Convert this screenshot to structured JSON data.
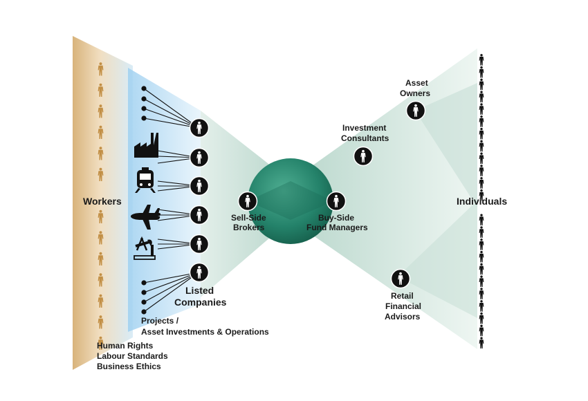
{
  "labels": {
    "workers": "Workers",
    "individuals": "Individuals",
    "listed_1": "Listed",
    "listed_2": "Companies",
    "projects_1": "Projects /",
    "projects_2": "Asset Investments & Operations",
    "ethics_1": "Human Rights",
    "ethics_2": "Labour Standards",
    "ethics_3": "Business Ethics",
    "sell_1": "Sell-Side",
    "sell_2": "Brokers",
    "buy_1": "Buy-Side",
    "buy_2": "Fund Managers",
    "consult_1": "Investment",
    "consult_2": "Consultants",
    "owners_1": "Asset",
    "owners_2": "Owners",
    "retail_1": "Retail",
    "retail_2": "Financial",
    "retail_3": "Advisors"
  },
  "colors": {
    "worker_gradient": "#d9b884",
    "blue_gradient": "#a9d6f2",
    "teal_funnel": "#cfe4dd",
    "sphere": "#2e8f74",
    "sphere_dark": "#1a6b55",
    "node": "#111111",
    "person": "#ffffff",
    "worker_icon": "#c59a54"
  },
  "icons": [
    "factory-icon",
    "train-icon",
    "airplane-icon",
    "oil-pump-icon"
  ]
}
